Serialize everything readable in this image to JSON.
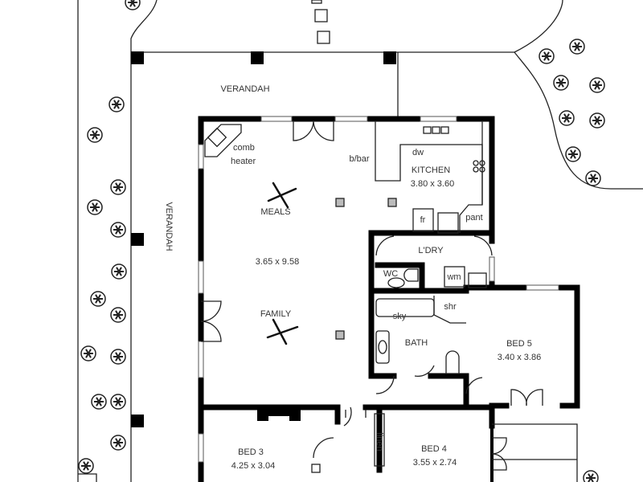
{
  "plan": {
    "verandah_top": "VERANDAH",
    "verandah_left": "VERANDAH",
    "comb_heater": [
      "comb",
      "heater"
    ],
    "breakfast_bar": "b/bar",
    "kitchen": {
      "name": "KITCHEN",
      "size": "3.80 x 3.60",
      "dishwasher": "dw",
      "fridge": "fr",
      "pantry": "pant"
    },
    "meals": "MEALS",
    "family": {
      "name": "FAMILY",
      "size": "3.65 x 9.58"
    },
    "laundry": {
      "name": "L'DRY",
      "washing_machine": "wm"
    },
    "wc": "WC",
    "bath": {
      "name": "BATH",
      "shower": "shr",
      "skylight": "sky"
    },
    "bed5": {
      "name": "BED 5",
      "size": "3.40 x 3.86"
    },
    "bed3": {
      "name": "BED 3",
      "size": "4.25 x 3.04"
    },
    "bed4": {
      "name": "BED 4",
      "size": "3.55 x 2.74"
    },
    "linen": "linen"
  }
}
